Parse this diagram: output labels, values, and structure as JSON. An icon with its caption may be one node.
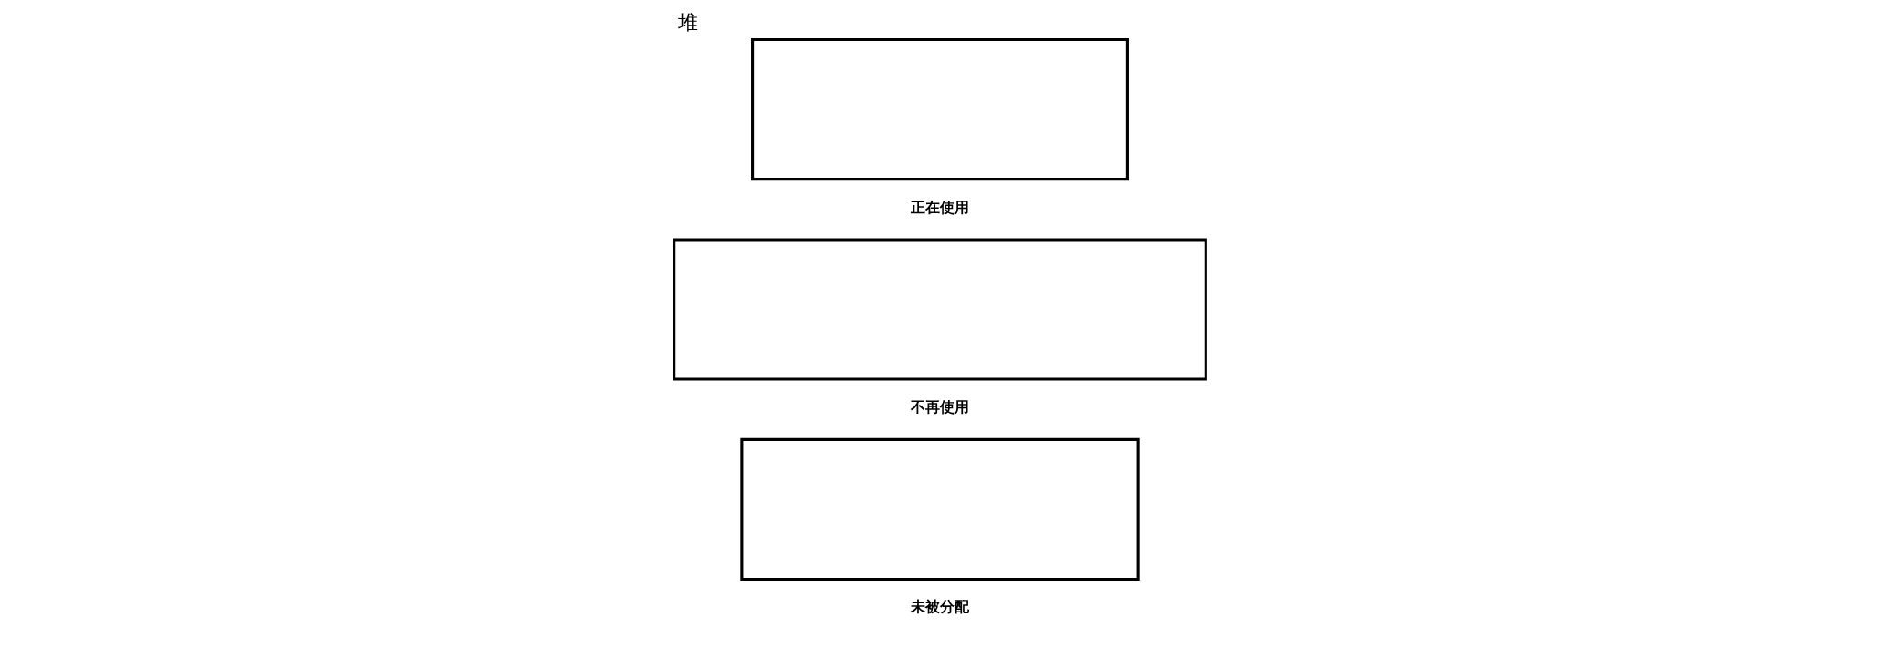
{
  "diagram": {
    "title": "堆",
    "nodes": [
      {
        "text": [
          "正在使用"
        ]
      },
      {
        "text": [
          "不再使用"
        ]
      },
      {
        "text": [
          "未被分配"
        ]
      }
    ],
    "edges": []
  }
}
